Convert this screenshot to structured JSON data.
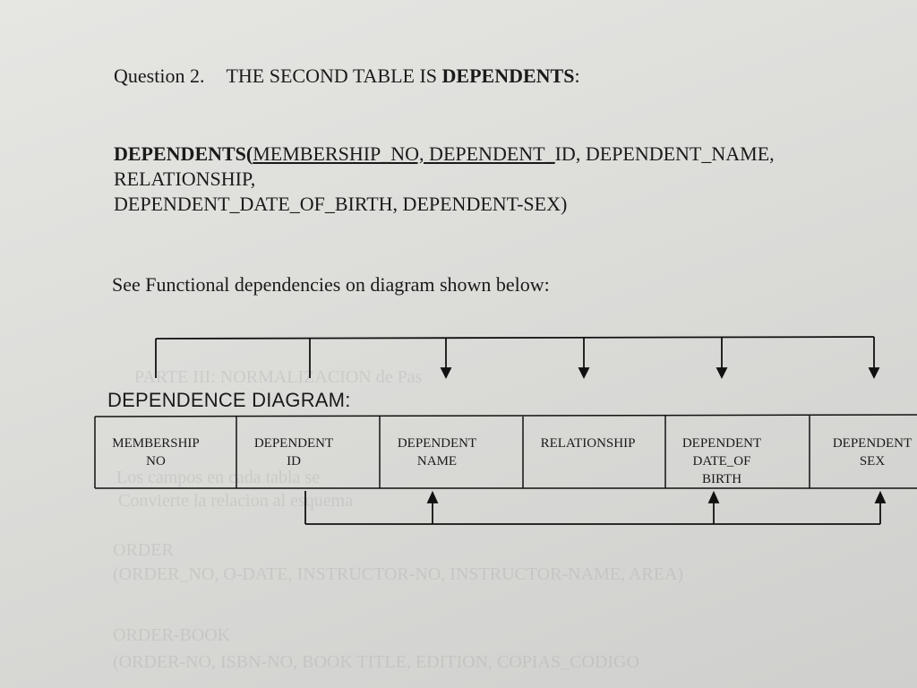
{
  "question": {
    "number_label": "Question 2.",
    "text_prefix": "THE SECOND TABLE IS ",
    "text_bold": "DEPENDENTS",
    "text_suffix": ":"
  },
  "schema": {
    "table_name": "DEPENDENTS",
    "open_paren": "(",
    "key_part": "MEMBERSHIP_NO, DEPENDENT_",
    "rest_line1": "ID, DEPENDENT_NAME,",
    "line2": "RELATIONSHIP,",
    "line3": "DEPENDENT_DATE_OF_BIRTH, DEPENDENT-SEX)"
  },
  "intro": "See Functional dependencies on diagram shown below:",
  "diagram": {
    "label": "DEPENDENCE DIAGRAM:",
    "columns": [
      {
        "line1": "MEMBERSHIP",
        "line2": "NO",
        "line3": ""
      },
      {
        "line1": "DEPENDENT",
        "line2": "ID",
        "line3": ""
      },
      {
        "line1": "DEPENDENT",
        "line2": "NAME",
        "line3": ""
      },
      {
        "line1": "RELATIONSHIP",
        "line2": "",
        "line3": ""
      },
      {
        "line1": "DEPENDENT",
        "line2": "DATE_OF",
        "line3": "BIRTH"
      },
      {
        "line1": "DEPENDENT",
        "line2": "SEX",
        "line3": ""
      }
    ]
  },
  "background_bleed": {
    "line_a": "PARTE III: NORMALIZACION de Pas",
    "line_b": "Los campos en cada tabla se",
    "line_c": "Convierte la relacion al esquema",
    "line_d": "ORDER",
    "line_e": "(ORDER_NO, O-DATE, INSTRUCTOR-NO, INSTRUCTOR-NAME, AREA)",
    "line_f": "ORDER-BOOK",
    "line_g": "(ORDER-NO, ISBN-NO, BOOK TITLE, EDITION, COPIAS_CODIGO"
  }
}
